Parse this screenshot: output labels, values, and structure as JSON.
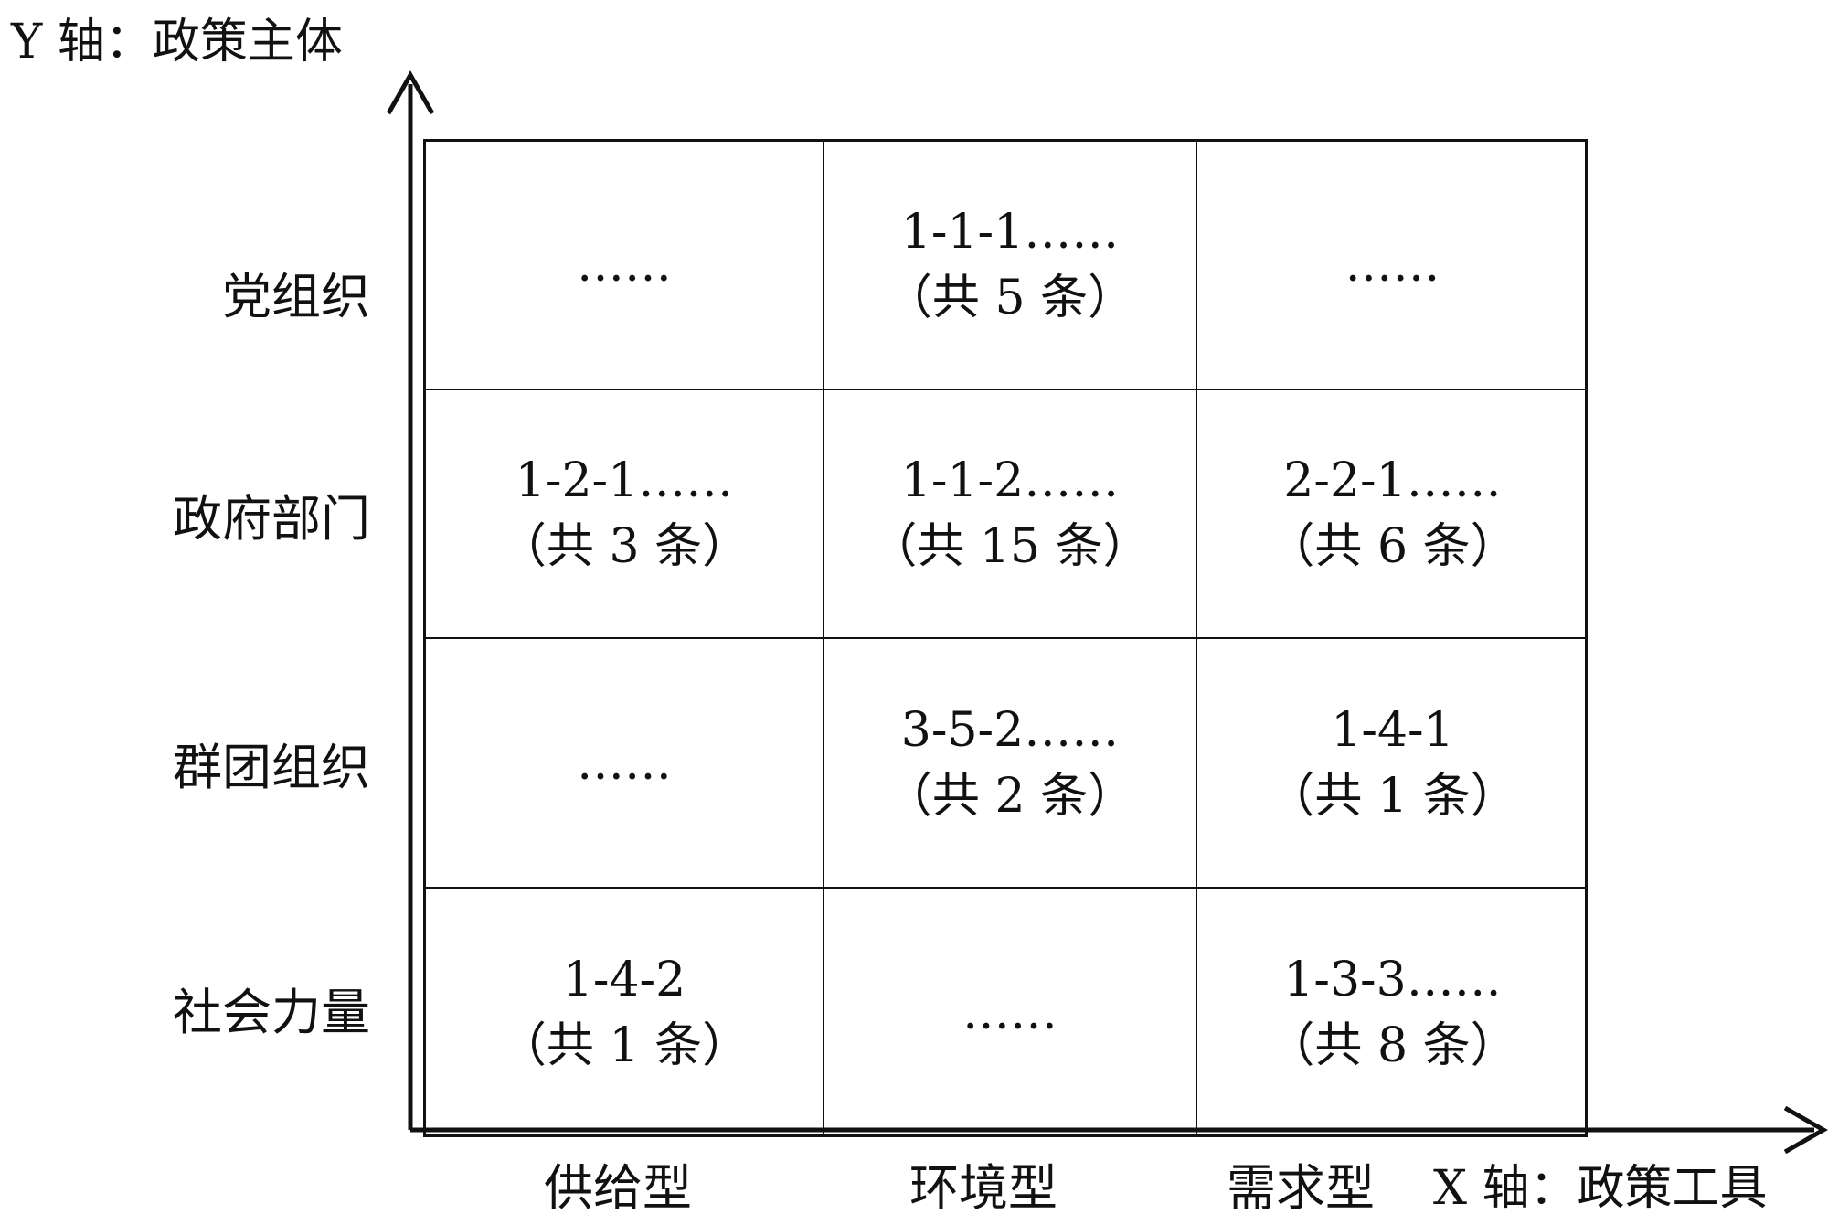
{
  "axes": {
    "y_title": "Y 轴：政策主体",
    "x_title": "X 轴：政策工具"
  },
  "rows": [
    "党组织",
    "政府部门",
    "群团组织",
    "社会力量"
  ],
  "columns": [
    "供给型",
    "环境型",
    "需求型"
  ],
  "cells": [
    [
      {
        "code": "……",
        "count": ""
      },
      {
        "code": "1-1-1……",
        "count": "（共 5 条）"
      },
      {
        "code": "……",
        "count": ""
      }
    ],
    [
      {
        "code": "1-2-1……",
        "count": "（共 3 条）"
      },
      {
        "code": "1-1-2……",
        "count": "（共 15 条）"
      },
      {
        "code": "2-2-1……",
        "count": "（共 6 条）"
      }
    ],
    [
      {
        "code": "……",
        "count": ""
      },
      {
        "code": "3-5-2……",
        "count": "（共 2 条）"
      },
      {
        "code": "1-4-1",
        "count": "（共 1 条）"
      }
    ],
    [
      {
        "code": "1-4-2",
        "count": "（共 1 条）"
      },
      {
        "code": "……",
        "count": ""
      },
      {
        "code": "1-3-3……",
        "count": "（共 8 条）"
      }
    ]
  ]
}
